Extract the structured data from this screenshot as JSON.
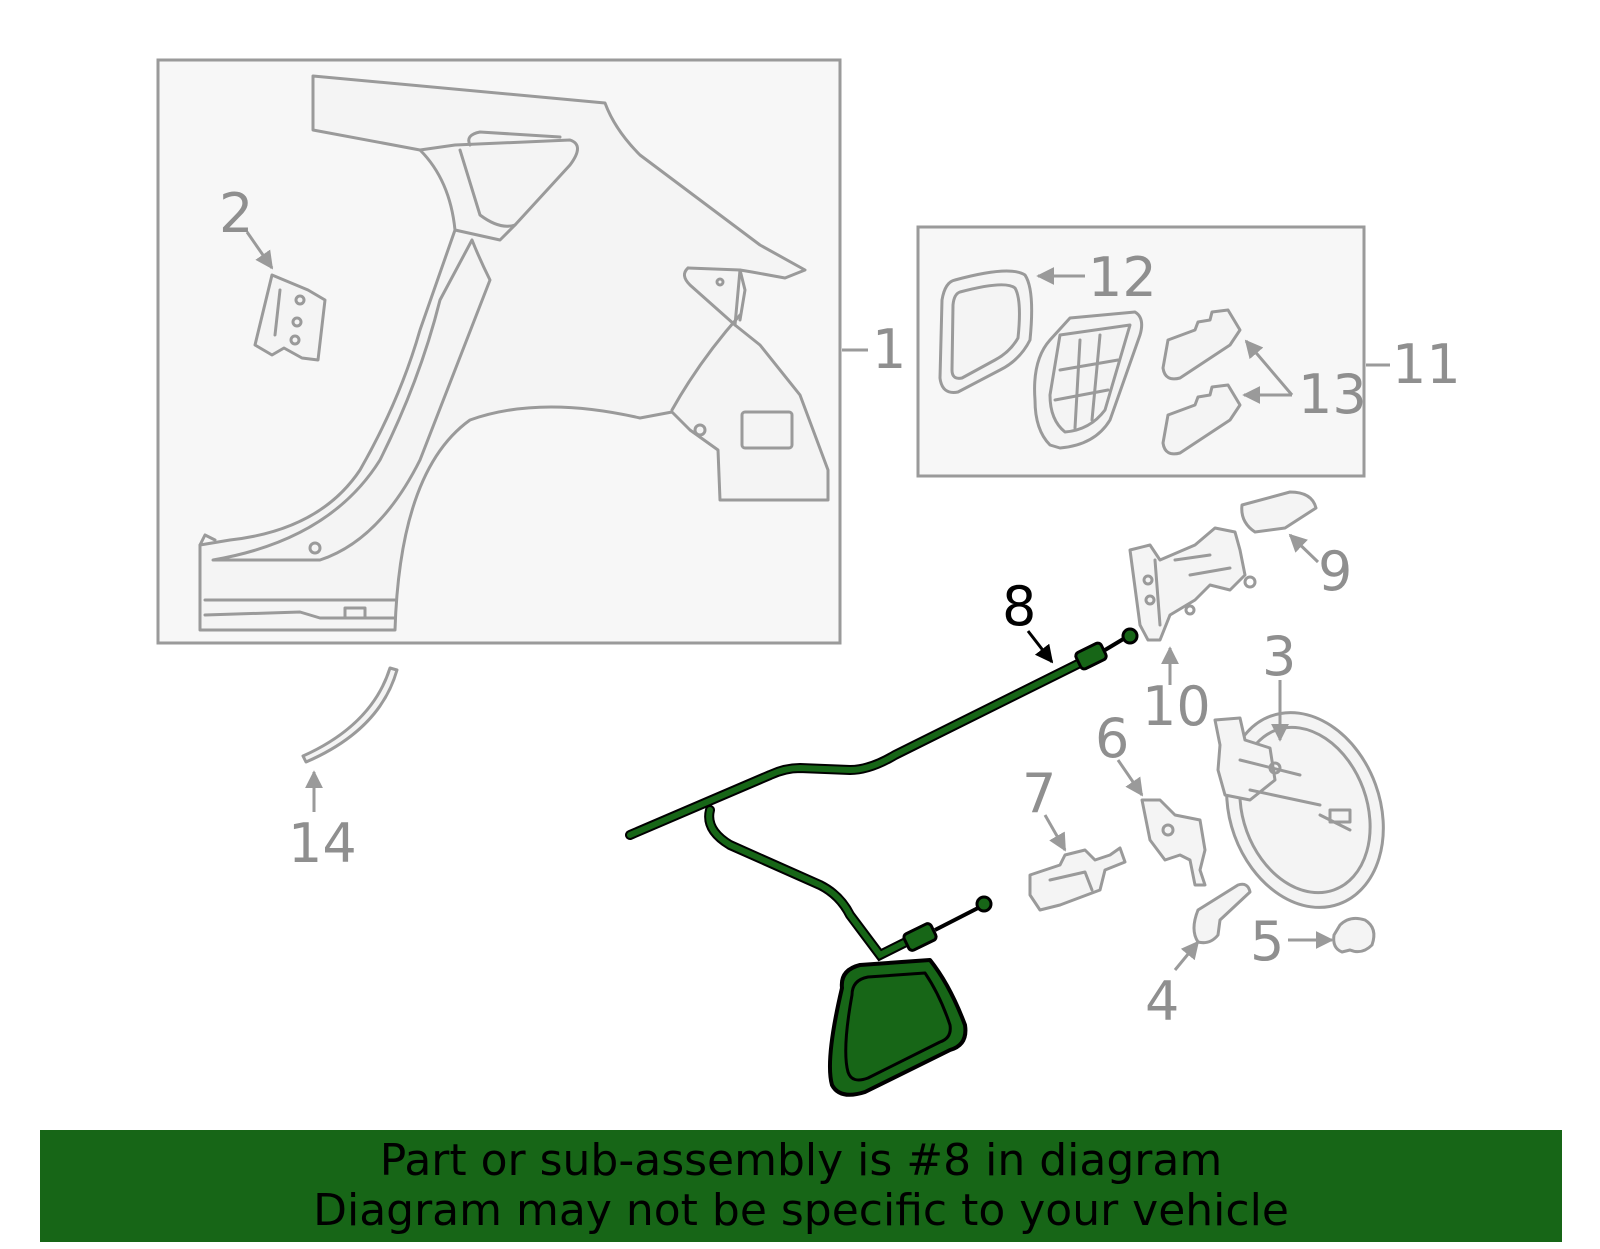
{
  "callouts": {
    "n1": "1",
    "n2": "2",
    "n3": "3",
    "n4": "4",
    "n5": "5",
    "n6": "6",
    "n7": "7",
    "n8": "8",
    "n9": "9",
    "n10": "10",
    "n11": "11",
    "n12": "12",
    "n13": "13",
    "n14": "14"
  },
  "highlight_color": "#176617",
  "banner": {
    "line1": "Part or sub-assembly is #8 in diagram",
    "line2": "Diagram may not be specific to your vehicle"
  }
}
